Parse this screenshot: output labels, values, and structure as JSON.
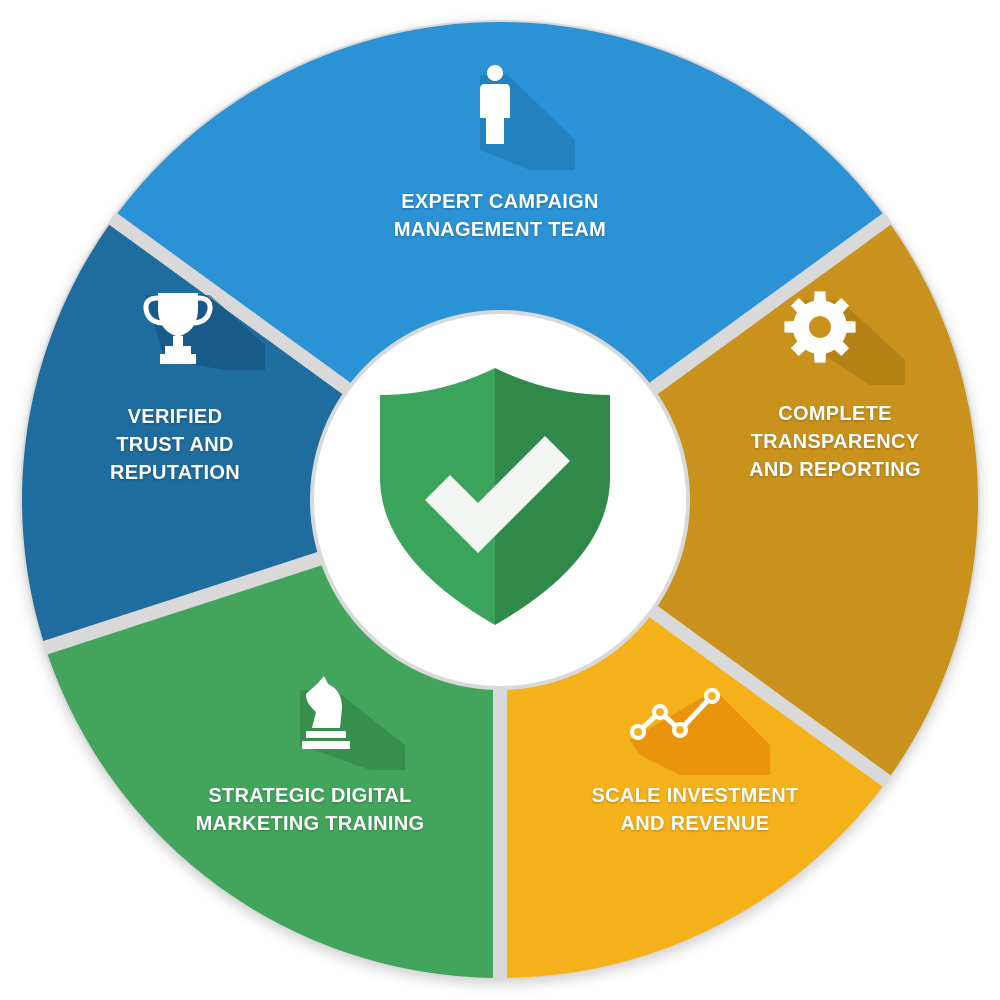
{
  "segments": [
    {
      "id": "expert",
      "lines": [
        "EXPERT CAMPAIGN",
        "MANAGEMENT TEAM"
      ],
      "icon": "person-icon",
      "color": "#2B92D5"
    },
    {
      "id": "transparency",
      "lines": [
        "COMPLETE",
        "TRANSPARENCY",
        "AND REPORTING"
      ],
      "icon": "gear-icon",
      "color": "#C8921C"
    },
    {
      "id": "scale",
      "lines": [
        "SCALE INVESTMENT",
        "AND REVENUE"
      ],
      "icon": "line-chart-icon",
      "color": "#F5B11A"
    },
    {
      "id": "training",
      "lines": [
        "STRATEGIC DIGITAL",
        "MARKETING TRAINING"
      ],
      "icon": "chess-knight-icon",
      "color": "#43A45C"
    },
    {
      "id": "trust",
      "lines": [
        "VERIFIED",
        "TRUST AND",
        "REPUTATION"
      ],
      "icon": "trophy-icon",
      "color": "#1F6C9E"
    }
  ],
  "center": {
    "icon": "shield-check-icon",
    "shield_color": "#3AA55A",
    "shield_shade": "#2F8A4A",
    "check_color": "#F4F6F4"
  }
}
